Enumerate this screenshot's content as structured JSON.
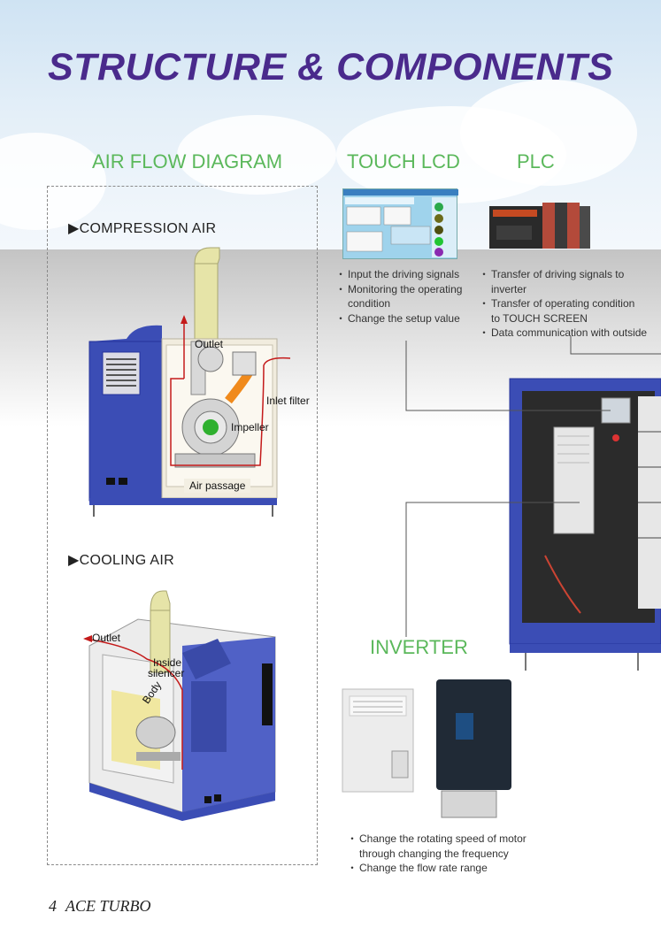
{
  "title": "STRUCTURE & COMPONENTS",
  "sections": {
    "air_flow": "AIR FLOW DIAGRAM",
    "touch_lcd": "TOUCH LCD",
    "plc": "PLC",
    "inverter": "INVERTER"
  },
  "compression": {
    "heading": "▶COMPRESSION AIR",
    "labels": {
      "outlet": "Outlet",
      "inlet_filter": "Inlet filter",
      "impeller": "Impeller",
      "air_passage": "Air passage"
    }
  },
  "cooling": {
    "heading": "▶COOLING AIR",
    "labels": {
      "outlet": "Outlet",
      "inside": "Inside",
      "silencer": "silencer",
      "body": "Body"
    }
  },
  "touch_lcd_bullets": [
    "Input the driving signals",
    "Monitoring the operating",
    "condition",
    "Change the setup value"
  ],
  "plc_bullets": [
    "Transfer of driving signals to inverter",
    "Transfer of operating condition",
    "to TOUCH SCREEN",
    "Data communication with outside"
  ],
  "inverter_bullets": [
    "Change the rotating speed of motor",
    "through changing the frequency",
    "Change the flow rate range"
  ],
  "footer": {
    "page": "4",
    "brand": "ACE TURBO"
  },
  "colors": {
    "title": "#4a2a8c",
    "section": "#5bb85b",
    "cabinet_blue": "#3b4db5",
    "flow_red": "#c41a1a"
  }
}
